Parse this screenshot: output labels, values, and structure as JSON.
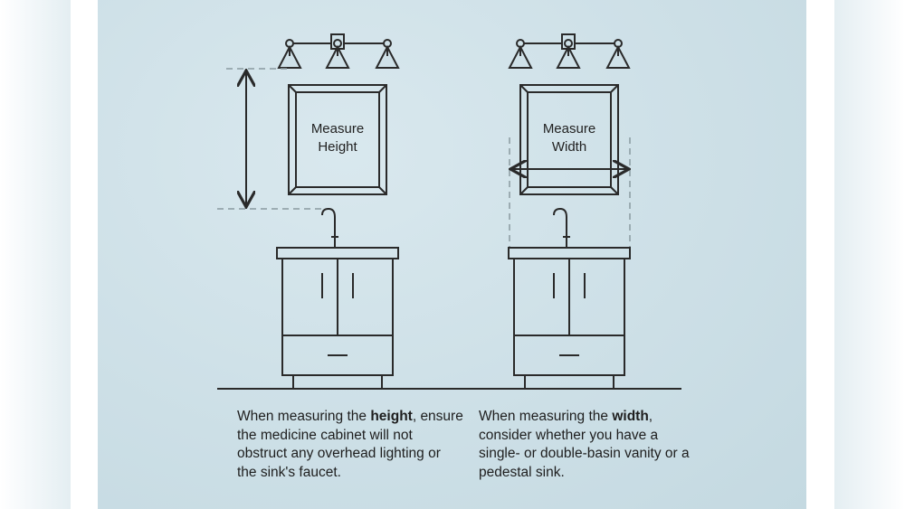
{
  "left_diagram": {
    "mirror_label_line1": "Measure",
    "mirror_label_line2": "Height",
    "caption_pre": "When measuring the ",
    "caption_bold": "height",
    "caption_post": ", ensure the medicine cabinet will not obstruct any overhead lighting or the sink's faucet."
  },
  "right_diagram": {
    "mirror_label_line1": "Measure",
    "mirror_label_line2": "Width",
    "caption_pre": "When measuring the ",
    "caption_bold": "width",
    "caption_post": ", consider whether you have a single- or double-basin vanity or a pedestal sink."
  },
  "colors": {
    "background": "#cfe1e8",
    "line": "#2a2a2a",
    "dashed_guide": "#8a9aa0"
  }
}
